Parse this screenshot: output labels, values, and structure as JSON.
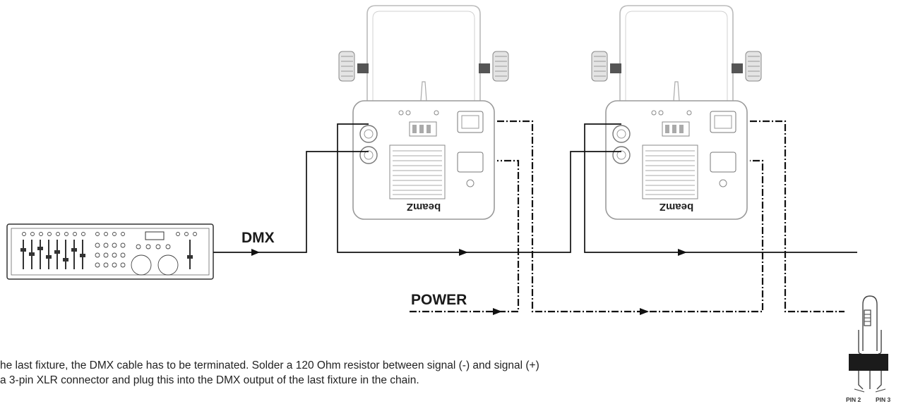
{
  "labels": {
    "dmx": "DMX",
    "power": "POWER"
  },
  "fixture_brand": "beamZ",
  "note": {
    "line1": "he last fixture, the DMX cable has to be terminated. Solder a 120 Ohm resistor between signal (-) and signal (+)",
    "line2": " a 3-pin XLR connector and plug this into the DMX output of the last fixture in the chain."
  },
  "terminator": {
    "pin_left": "PIN 2",
    "pin_right": "PIN 3"
  }
}
